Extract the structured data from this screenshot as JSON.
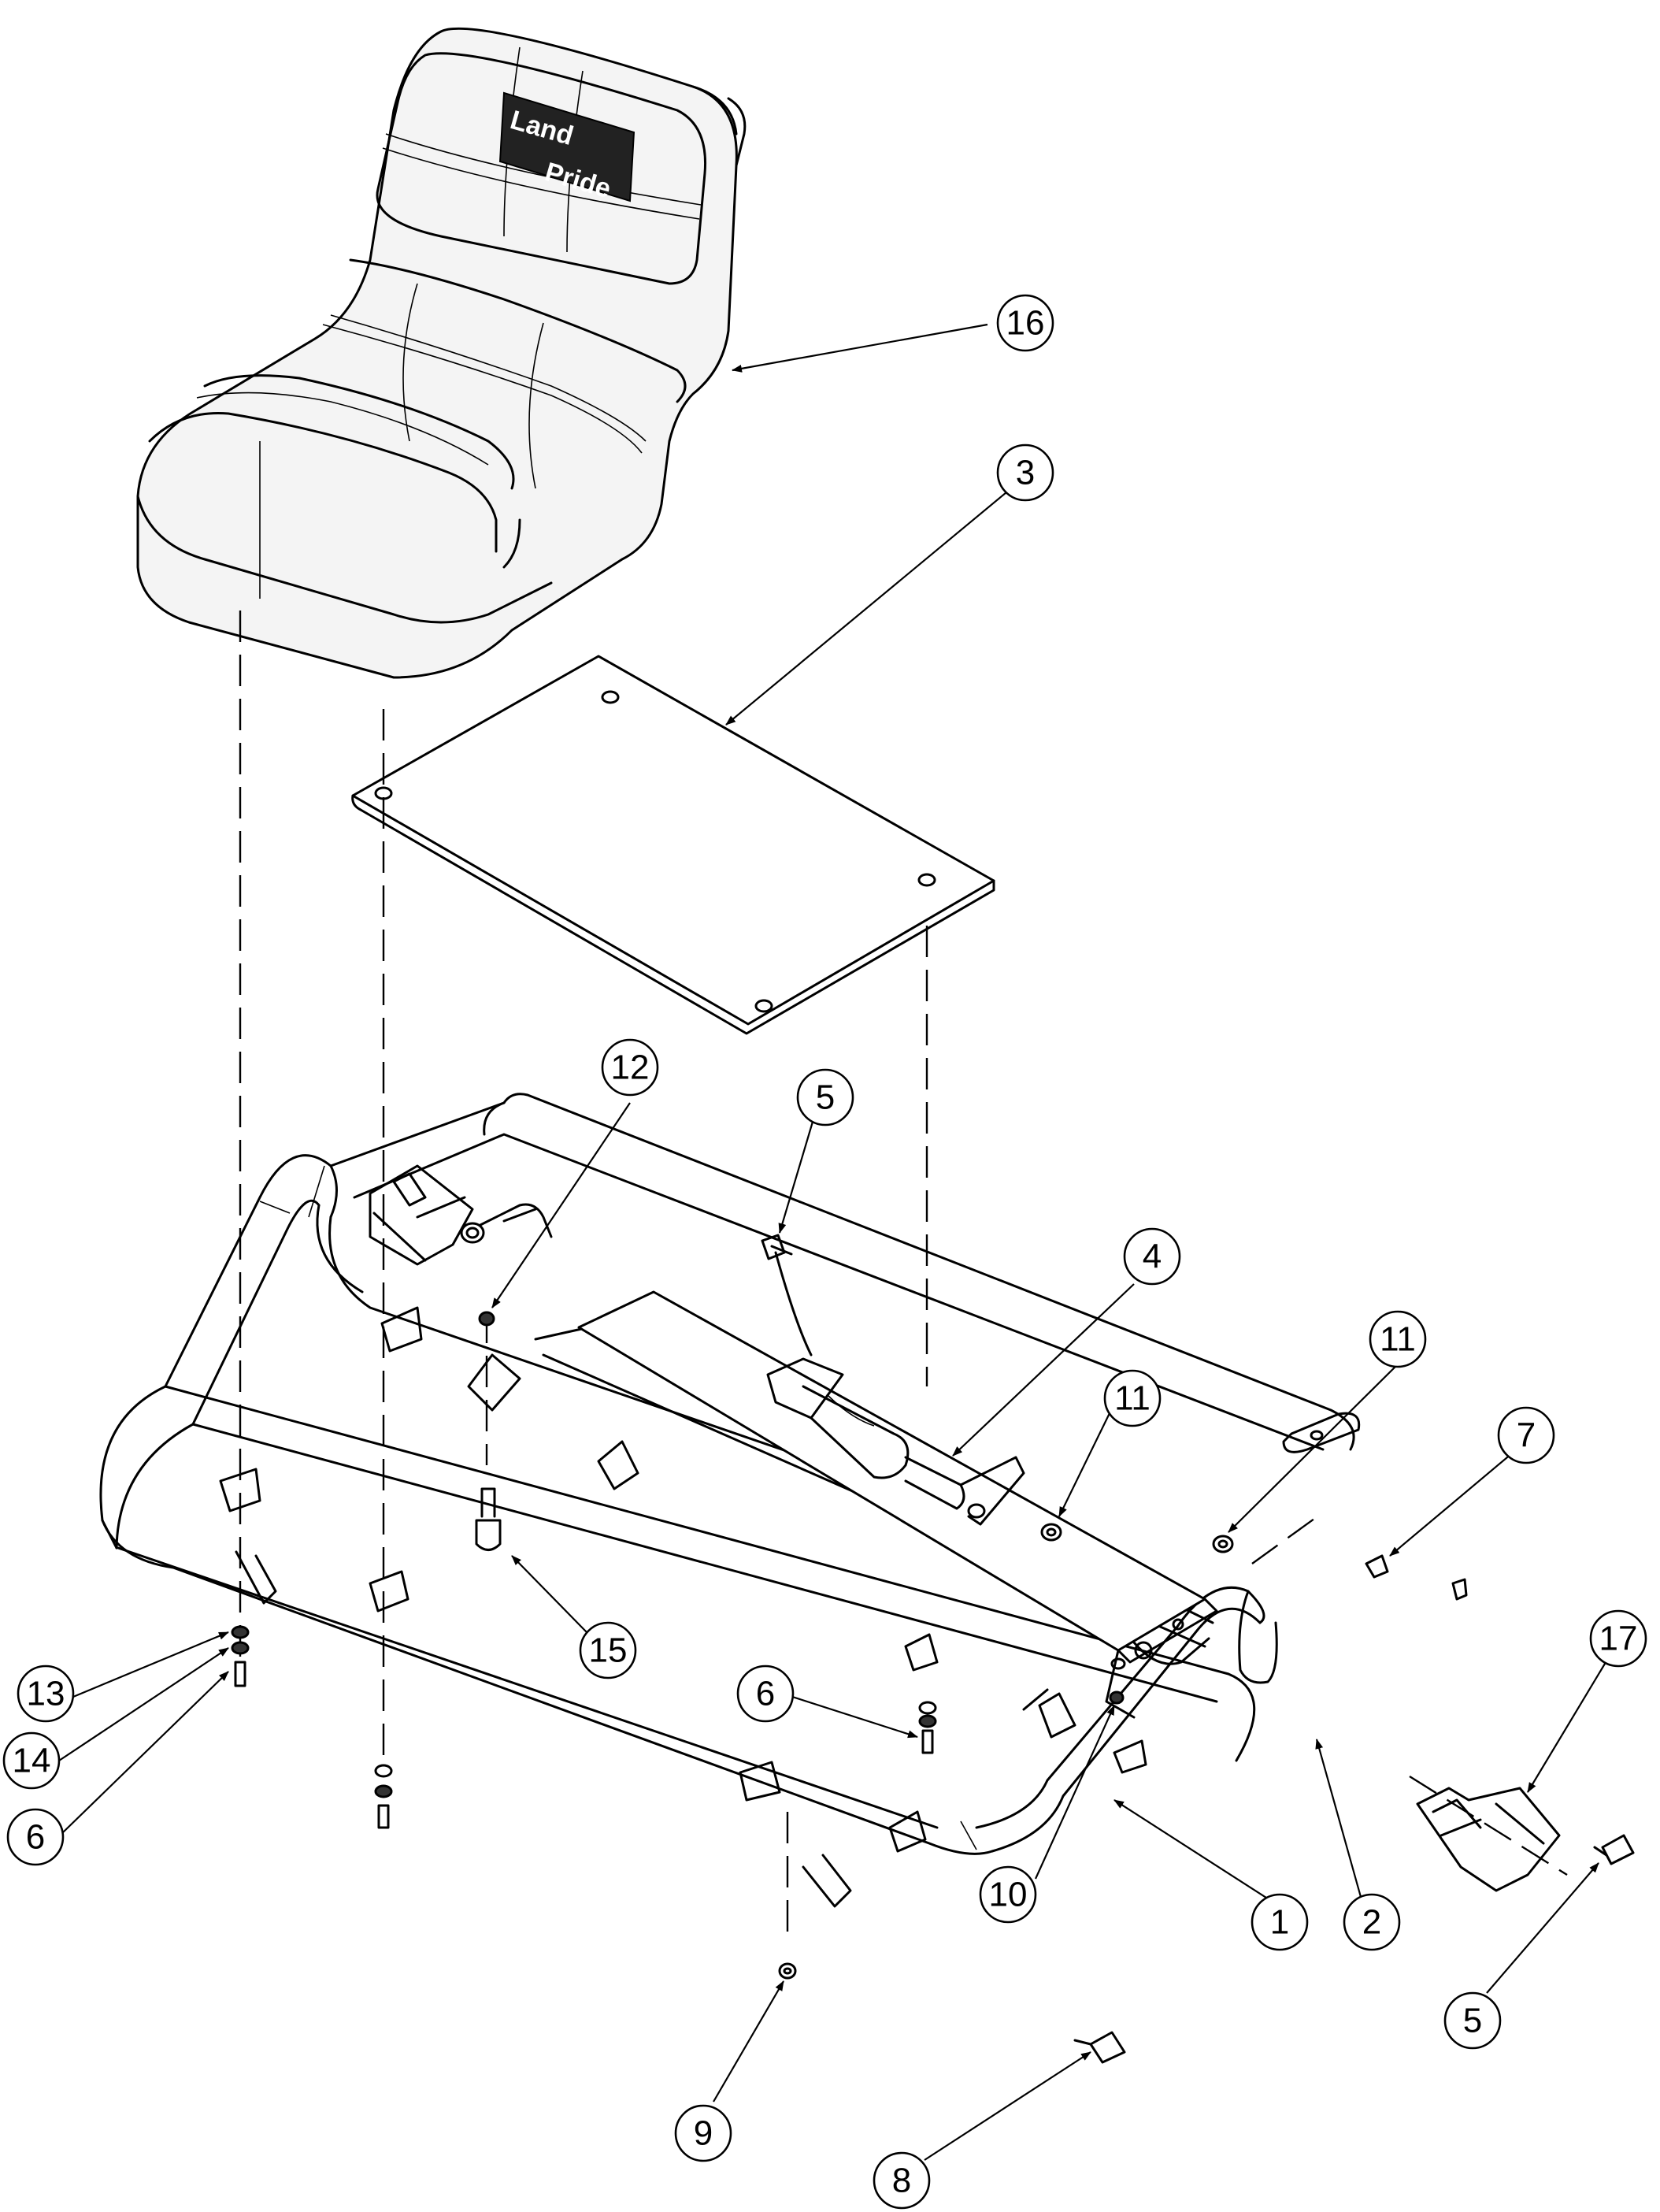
{
  "diagram": {
    "brand_badge": [
      "Land",
      "Pride"
    ],
    "callouts": [
      "16",
      "3",
      "12",
      "5",
      "4",
      "11",
      "11",
      "7",
      "17",
      "15",
      "6",
      "13",
      "14",
      "6",
      "10",
      "2",
      "1",
      "9",
      "8",
      "5"
    ]
  }
}
